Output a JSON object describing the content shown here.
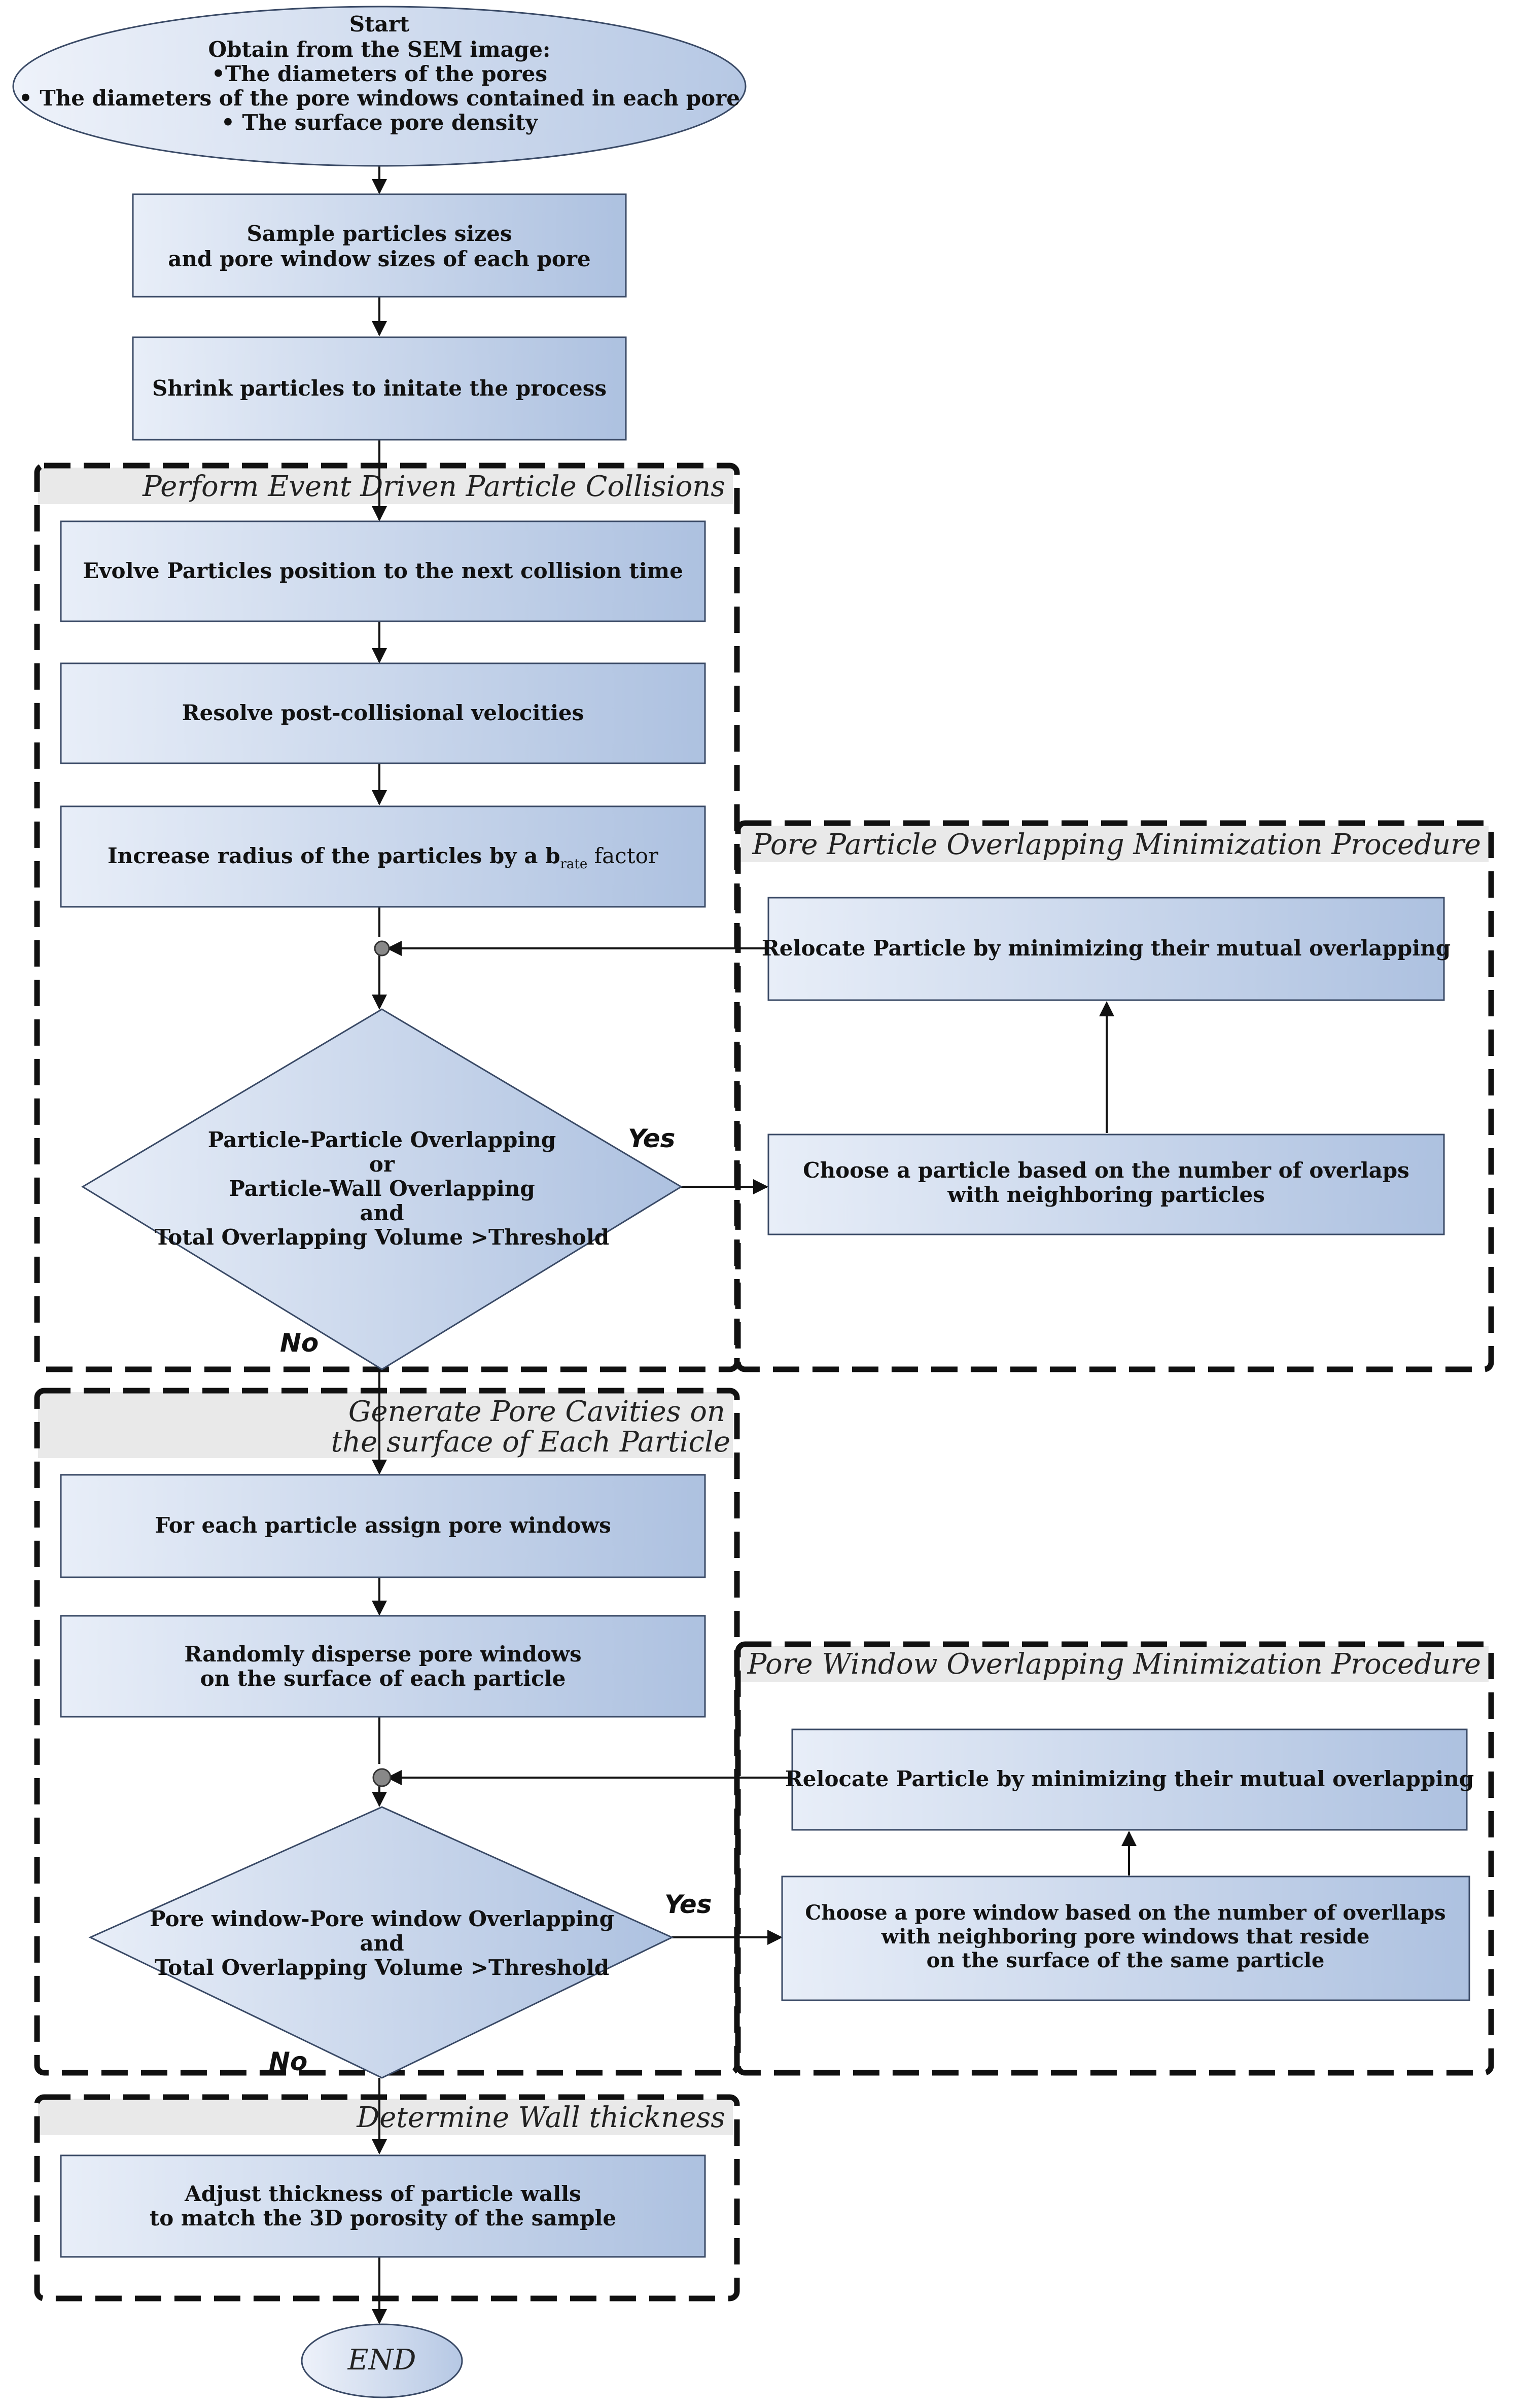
{
  "colors": {
    "box_gradient_start": "#e8eef8",
    "box_gradient_end": "#adc1e0",
    "box_border": "#3a4a66",
    "frame": "#111111",
    "title_band": "#e9e9e9"
  },
  "nodes": {
    "start": {
      "label": "Start",
      "intro": "Obtain from the SEM image:",
      "items": [
        "•The diameters of the pores",
        "• The diameters of the pore windows contained in each pore",
        "• The surface pore density"
      ]
    },
    "sample_sizes": [
      "Sample particles sizes",
      "and pore window sizes of each pore"
    ],
    "shrink": "Shrink particles to initate the process",
    "evolve": "Evolve Particles position to the next collision time",
    "resolve": "Resolve post-collisional velocities",
    "increase_radius": {
      "before": "Increase radius of the particles by a b",
      "sub": "rate",
      "after": " factor"
    },
    "particle_overlap_decision": [
      "Particle-Particle Overlapping",
      "or",
      "Particle-Wall Overlapping",
      "and",
      "Total Overlapping Volume >Threshold"
    ],
    "relocate_particle_1": "Relocate Particle by minimizing their mutual overlapping",
    "choose_particle": [
      "Choose a particle based on the number of overlaps",
      "with neighboring particles"
    ],
    "assign_windows": "For each particle assign pore windows",
    "disperse_windows": [
      "Randomly disperse pore windows",
      "on the surface of each particle"
    ],
    "window_overlap_decision": [
      "Pore window-Pore window Overlapping",
      "and",
      "Total Overlapping Volume >Threshold"
    ],
    "relocate_particle_2": "Relocate Particle by minimizing their mutual overlapping",
    "choose_window": [
      "Choose a pore window based on the number of overllaps",
      "with neighboring pore windows that reside",
      "on the surface of the same particle"
    ],
    "adjust_thickness": [
      "Adjust thickness of particle walls",
      "to match the 3D porosity of the sample"
    ],
    "end": "END"
  },
  "groups": {
    "collisions": "Perform Event Driven Particle Collisions",
    "particle_minimization": "Pore Particle Overlapping Minimization Procedure",
    "pore_cavities": [
      "Generate Pore Cavities on",
      "the surface of Each Particle"
    ],
    "window_minimization": "Pore Window Overlapping Minimization Procedure",
    "wall_thickness": "Determine Wall thickness"
  },
  "edge_labels": {
    "yes_1": "Yes",
    "no_1": "No",
    "yes_2": "Yes",
    "no_2": "No"
  }
}
